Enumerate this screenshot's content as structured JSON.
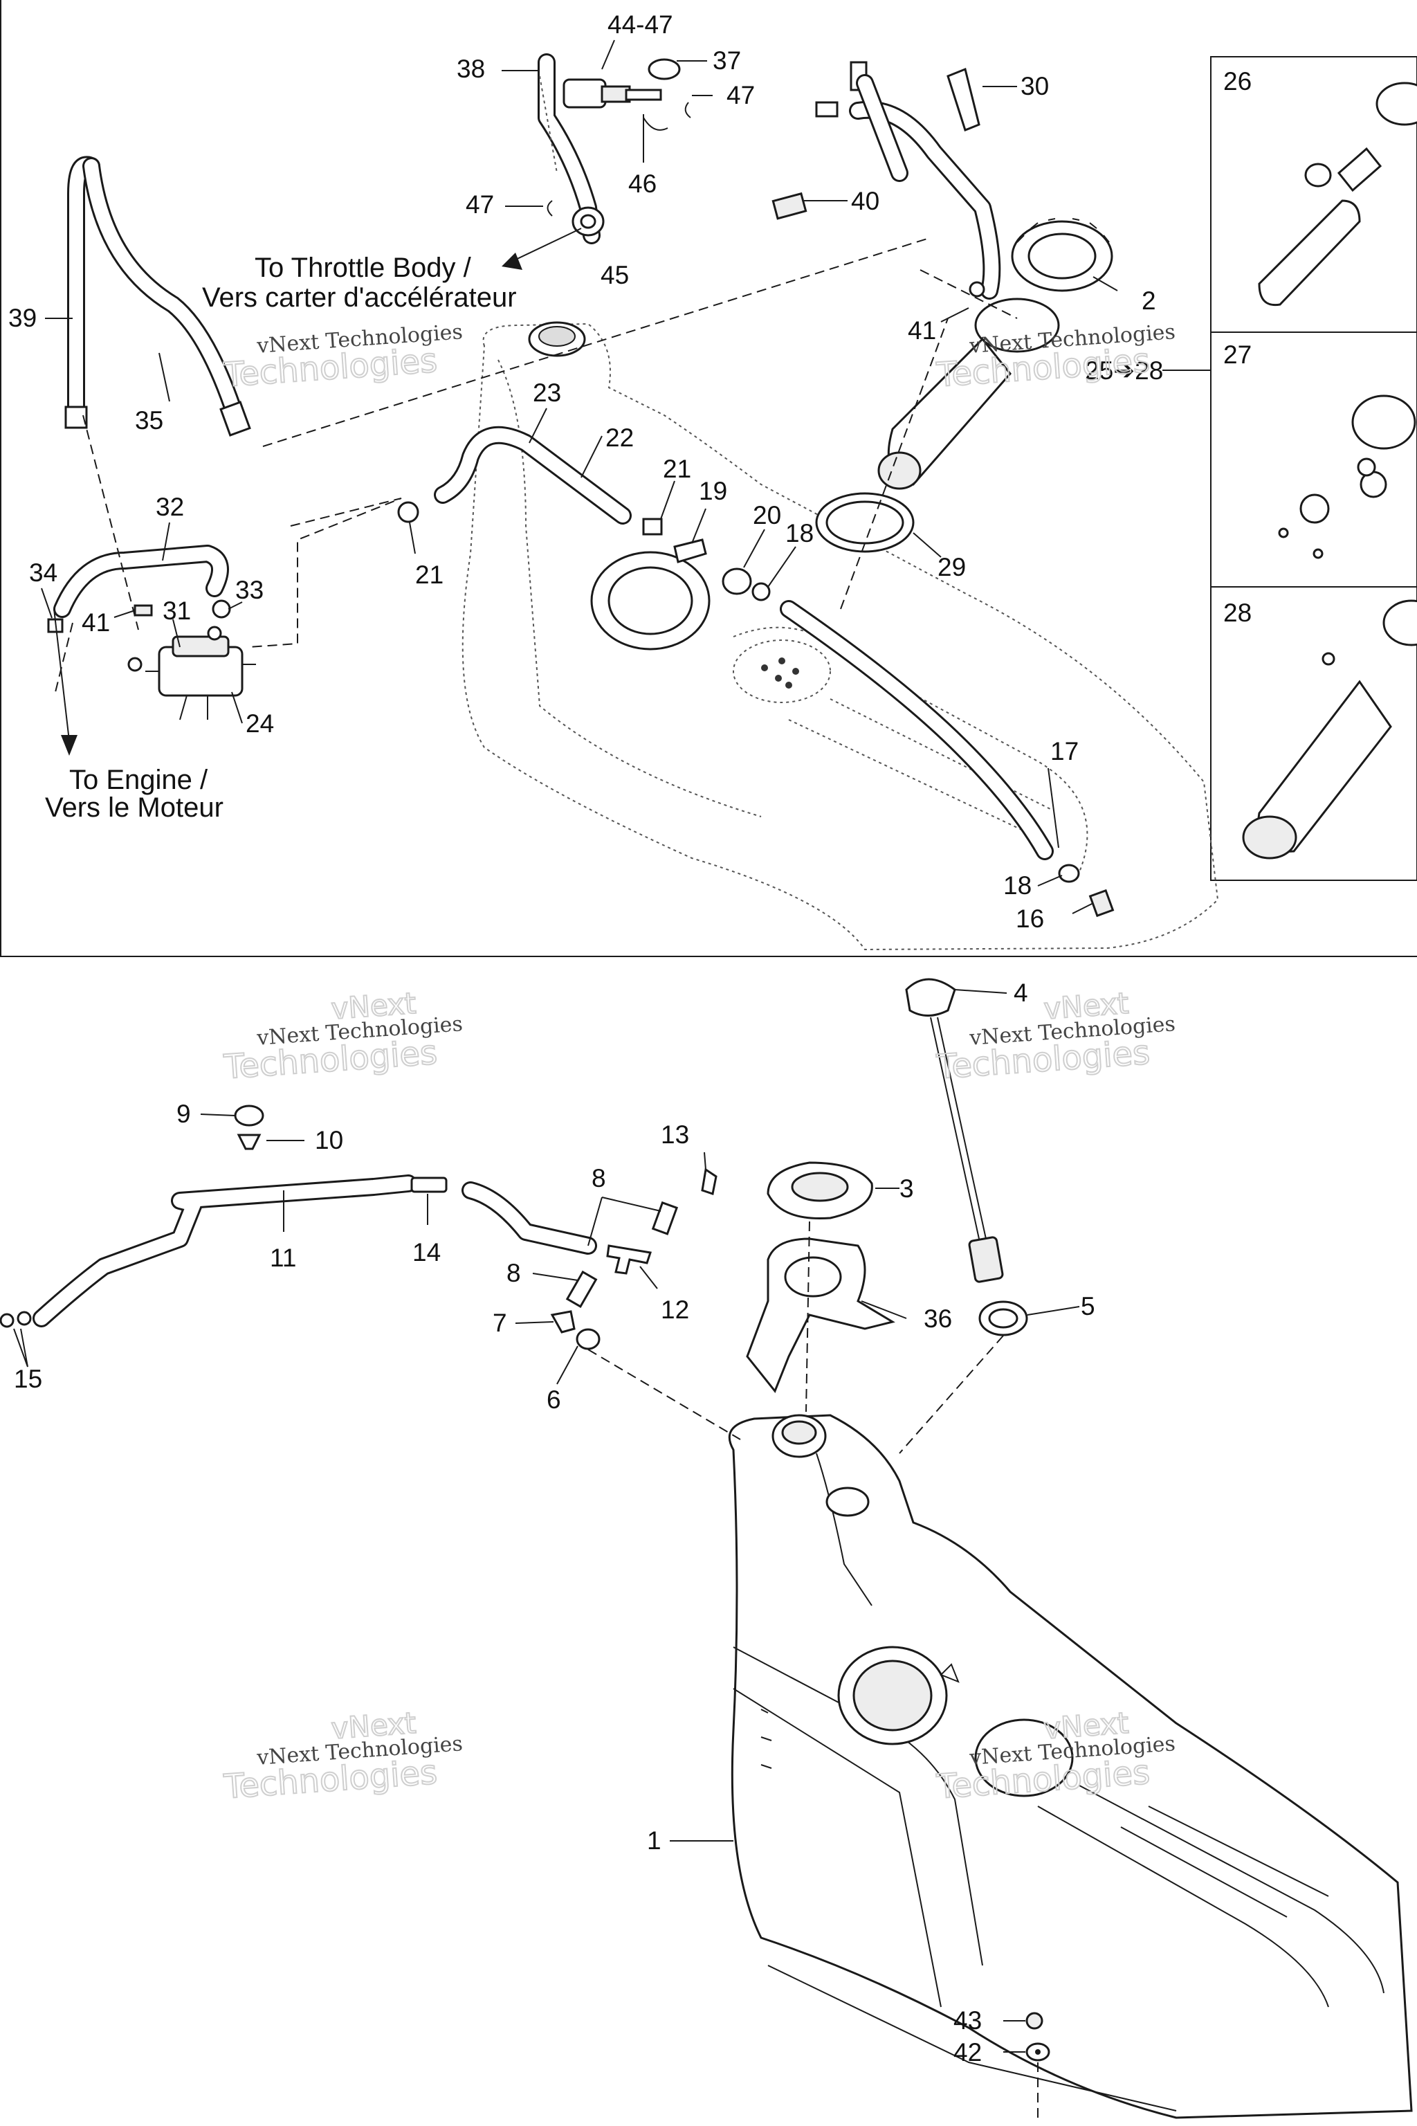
{
  "labels_top": [
    {
      "id": "44-47",
      "text": "44-47"
    },
    {
      "id": "37",
      "text": "37"
    },
    {
      "id": "38",
      "text": "38"
    },
    {
      "id": "47a",
      "text": "47"
    },
    {
      "id": "30",
      "text": "30"
    },
    {
      "id": "46",
      "text": "46"
    },
    {
      "id": "40",
      "text": "40"
    },
    {
      "id": "47b",
      "text": "47"
    },
    {
      "id": "45",
      "text": "45"
    },
    {
      "id": "26",
      "text": "26"
    },
    {
      "id": "2",
      "text": "2"
    },
    {
      "id": "39",
      "text": "39"
    },
    {
      "id": "41a",
      "text": "41"
    },
    {
      "id": "25-28",
      "text": "25➔28"
    },
    {
      "id": "27",
      "text": "27"
    },
    {
      "id": "23",
      "text": "23"
    },
    {
      "id": "22",
      "text": "22"
    },
    {
      "id": "35",
      "text": "35"
    },
    {
      "id": "21a",
      "text": "21"
    },
    {
      "id": "19",
      "text": "19"
    },
    {
      "id": "20",
      "text": "20"
    },
    {
      "id": "18a",
      "text": "18"
    },
    {
      "id": "29",
      "text": "29"
    },
    {
      "id": "32",
      "text": "32"
    },
    {
      "id": "21b",
      "text": "21"
    },
    {
      "id": "34",
      "text": "34"
    },
    {
      "id": "33",
      "text": "33"
    },
    {
      "id": "31",
      "text": "31"
    },
    {
      "id": "41b",
      "text": "41"
    },
    {
      "id": "28",
      "text": "28"
    },
    {
      "id": "24",
      "text": "24"
    },
    {
      "id": "17",
      "text": "17"
    },
    {
      "id": "18b",
      "text": "18"
    },
    {
      "id": "16",
      "text": "16"
    }
  ],
  "labels_bottom": [
    {
      "id": "4",
      "text": "4"
    },
    {
      "id": "9",
      "text": "9"
    },
    {
      "id": "10",
      "text": "10"
    },
    {
      "id": "13",
      "text": "13"
    },
    {
      "id": "8a",
      "text": "8"
    },
    {
      "id": "3",
      "text": "3"
    },
    {
      "id": "11",
      "text": "11"
    },
    {
      "id": "14",
      "text": "14"
    },
    {
      "id": "8b",
      "text": "8"
    },
    {
      "id": "12",
      "text": "12"
    },
    {
      "id": "36",
      "text": "36"
    },
    {
      "id": "5",
      "text": "5"
    },
    {
      "id": "7",
      "text": "7"
    },
    {
      "id": "15",
      "text": "15"
    },
    {
      "id": "6",
      "text": "6"
    },
    {
      "id": "1",
      "text": "1"
    },
    {
      "id": "43",
      "text": "43"
    },
    {
      "id": "42",
      "text": "42"
    }
  ],
  "notes": {
    "throttle_line1": "To Throttle Body /",
    "throttle_line2": "Vers carter d'accélérateur",
    "engine_line1": "To Engine /",
    "engine_line2": "Vers le Moteur"
  },
  "watermark": {
    "line1": "vNext",
    "line2": "vNext Technologies",
    "line3": "Technologies"
  }
}
